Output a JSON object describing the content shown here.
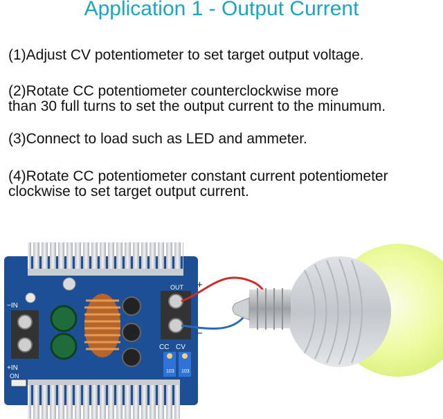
{
  "header": {
    "title": "Application 1 - Output Current"
  },
  "steps": [
    {
      "text": "(1)Adjust CV potentiometer to set target output voltage."
    },
    {
      "line1": "(2)Rotate CC potentiometer counterclockwise more",
      "line2": "than 30 full turns to set the output current to the minumum."
    },
    {
      "text": "(3)Connect to load such as LED and ammeter."
    },
    {
      "line1": "(4)Rotate CC potentiometer constant current potentiometer",
      "line2": "clockwise to set target output current."
    }
  ],
  "board_labels": {
    "out": "OUT",
    "out_plus": "+",
    "out_minus": "−",
    "in_minus": "−IN",
    "in_plus": "+IN",
    "on": "ON",
    "cc": "CC",
    "cv": "CV",
    "pot_code": "103"
  },
  "icons": {
    "board": "buck-converter-board-image",
    "bulb": "led-bulb-image"
  },
  "colors": {
    "title": "#1aa6c1",
    "board": "#1d4f96",
    "bulb_glow": "#eefba0",
    "wire_red": "#d22a24",
    "wire_blue": "#2a67c0"
  }
}
